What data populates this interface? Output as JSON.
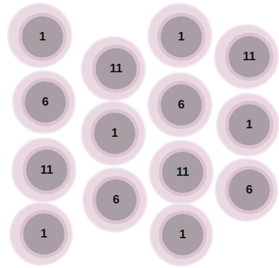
{
  "diagram": {
    "nodes": [
      {
        "text": [
          "1"
        ]
      },
      {
        "text": [
          "1"
        ]
      },
      {
        "text": [
          "11"
        ]
      },
      {
        "text": [
          "11"
        ]
      },
      {
        "text": [
          "6"
        ]
      },
      {
        "text": [
          "6"
        ]
      },
      {
        "text": [
          "1"
        ]
      },
      {
        "text": [
          "1"
        ]
      },
      {
        "text": [
          "11"
        ]
      },
      {
        "text": [
          "11"
        ]
      },
      {
        "text": [
          "6"
        ]
      },
      {
        "text": [
          "6"
        ]
      },
      {
        "text": [
          "1"
        ]
      },
      {
        "text": [
          "1"
        ]
      }
    ]
  }
}
